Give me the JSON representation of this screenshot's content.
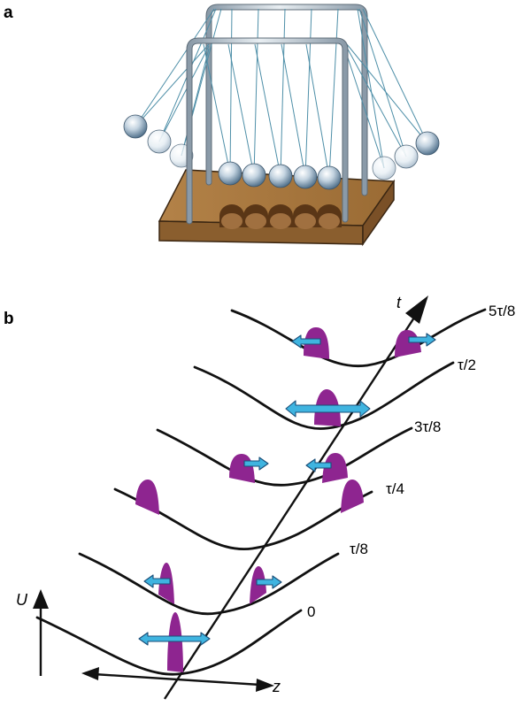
{
  "panels": {
    "a": {
      "label": "a"
    },
    "b": {
      "label": "b"
    }
  },
  "axes": {
    "time": "t",
    "energy": "U",
    "position": "z"
  },
  "time_labels": [
    "0",
    "τ/8",
    "τ/4",
    "3τ/8",
    "τ/2",
    "5τ/8"
  ],
  "colors": {
    "packet": "#8e2590",
    "velocity_arrow": "#3fb4e0",
    "wood_base": "#a9773e",
    "frame_metal": "#b9c4cd",
    "ball": "#c8d6e2"
  },
  "icons": {
    "velocity": "double-arrow-icon"
  }
}
